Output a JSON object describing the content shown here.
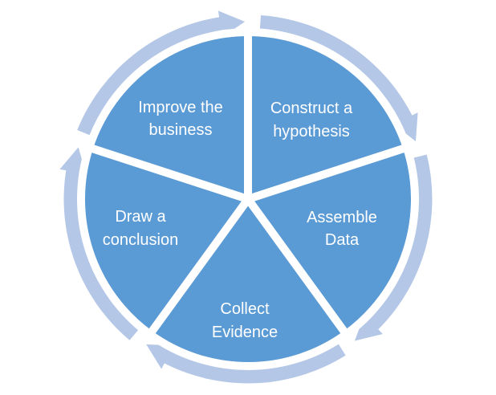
{
  "diagram": {
    "type": "cycle",
    "steps": [
      {
        "line1": "Construct a",
        "line2": "hypothesis"
      },
      {
        "line1": "Assemble",
        "line2": "Data"
      },
      {
        "line1": "Collect",
        "line2": "Evidence"
      },
      {
        "line1": "Draw a",
        "line2": "conclusion"
      },
      {
        "line1": "Improve the",
        "line2": "business"
      }
    ],
    "colors": {
      "segment": "#5b9bd5",
      "ring": "#b4c7e7",
      "text": "#ffffff",
      "background": "#ffffff"
    }
  }
}
